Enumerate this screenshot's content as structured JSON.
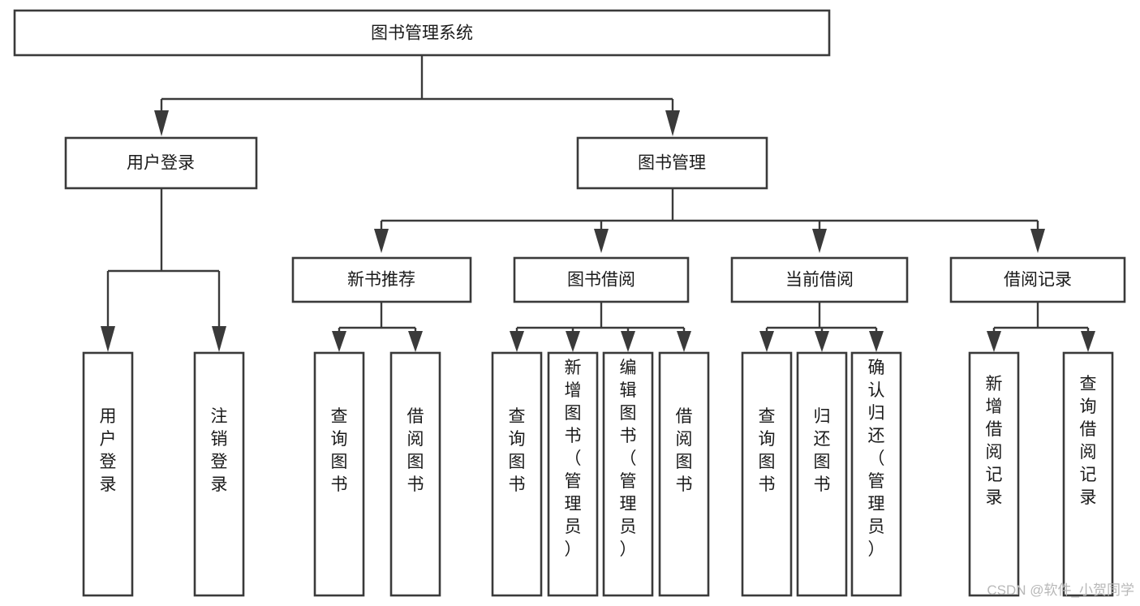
{
  "diagram": {
    "title": "图书管理系统",
    "type": "tree-hierarchy-diagram",
    "colors": {
      "background": "#ffffff",
      "box_stroke": "#3a3a3a",
      "box_fill": "#ffffff",
      "text": "#1a1a1a",
      "connector": "#3a3a3a",
      "watermark": "#b8b8b8"
    },
    "root": {
      "label": "图书管理系统"
    },
    "level2": [
      {
        "id": "user-login",
        "label": "用户登录"
      },
      {
        "id": "book-management",
        "label": "图书管理"
      }
    ],
    "level3": [
      {
        "id": "new-book-recommend",
        "label": "新书推荐"
      },
      {
        "id": "book-borrow",
        "label": "图书借阅"
      },
      {
        "id": "current-borrow",
        "label": "当前借阅"
      },
      {
        "id": "borrow-record",
        "label": "借阅记录"
      }
    ],
    "leaves": {
      "user_login": [
        {
          "id": "leaf-user-login",
          "label": "用户登录"
        },
        {
          "id": "leaf-logout-login",
          "label": "注销登录"
        }
      ],
      "new_book_recommend": [
        {
          "id": "leaf-query-book-1",
          "label": "查询图书"
        },
        {
          "id": "leaf-borrow-book-1",
          "label": "借阅图书"
        }
      ],
      "book_borrow": [
        {
          "id": "leaf-query-book-2",
          "label": "查询图书"
        },
        {
          "id": "leaf-add-book",
          "label": "新增图书（管理员）"
        },
        {
          "id": "leaf-edit-book",
          "label": "编辑图书（管理员）"
        },
        {
          "id": "leaf-borrow-book-2",
          "label": "借阅图书"
        }
      ],
      "current_borrow": [
        {
          "id": "leaf-query-book-3",
          "label": "查询图书"
        },
        {
          "id": "leaf-return-book",
          "label": "归还图书"
        },
        {
          "id": "leaf-confirm-return",
          "label": "确认归还（管理员）"
        }
      ],
      "borrow_record": [
        {
          "id": "leaf-add-record",
          "label": "新增借阅记录"
        },
        {
          "id": "leaf-query-record",
          "label": "查询借阅记录"
        }
      ]
    },
    "watermark": "CSDN @软件_小贺同学"
  }
}
